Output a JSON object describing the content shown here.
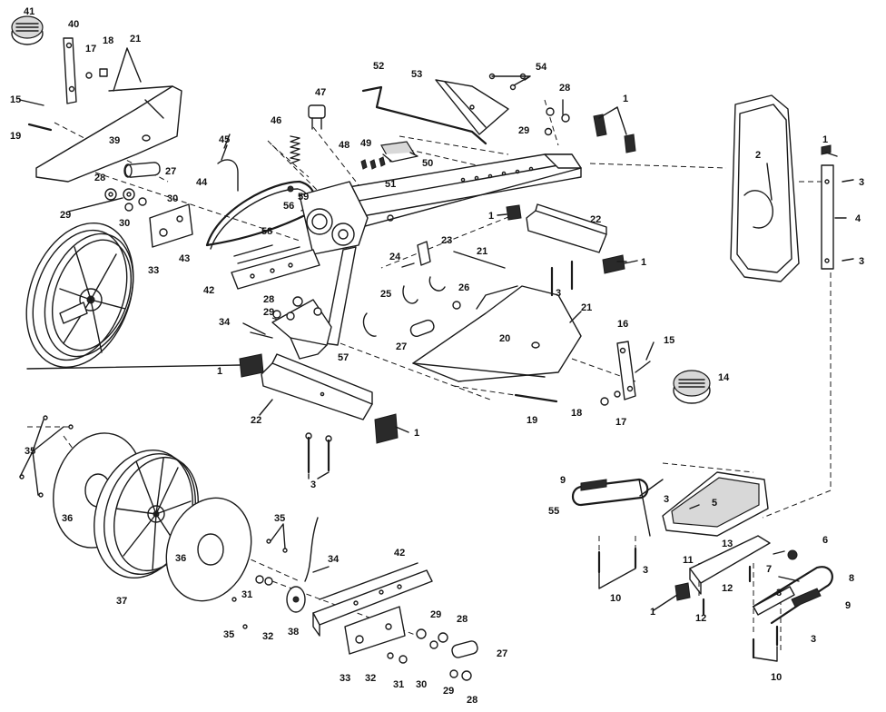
{
  "diagram": {
    "callouts": [
      {
        "id": "c41a",
        "text": "41"
      },
      {
        "id": "c40a",
        "text": "40"
      },
      {
        "id": "c17a",
        "text": "17"
      },
      {
        "id": "c18a",
        "text": "18"
      },
      {
        "id": "c21a",
        "text": "21"
      },
      {
        "id": "c15a",
        "text": "15"
      },
      {
        "id": "c19a",
        "text": "19"
      },
      {
        "id": "c39",
        "text": "39"
      },
      {
        "id": "c28a",
        "text": "28"
      },
      {
        "id": "c27a",
        "text": "27"
      },
      {
        "id": "c29a",
        "text": "29"
      },
      {
        "id": "c30a",
        "text": "30"
      },
      {
        "id": "c30b",
        "text": "30"
      },
      {
        "id": "c33a",
        "text": "33"
      },
      {
        "id": "c43",
        "text": "43"
      },
      {
        "id": "c44",
        "text": "44"
      },
      {
        "id": "c45",
        "text": "45"
      },
      {
        "id": "c46",
        "text": "46"
      },
      {
        "id": "c47",
        "text": "47"
      },
      {
        "id": "c48",
        "text": "48"
      },
      {
        "id": "c49",
        "text": "49"
      },
      {
        "id": "c50",
        "text": "50"
      },
      {
        "id": "c51",
        "text": "51"
      },
      {
        "id": "c52",
        "text": "52"
      },
      {
        "id": "c53",
        "text": "53"
      },
      {
        "id": "c54",
        "text": "54"
      },
      {
        "id": "c28b",
        "text": "28"
      },
      {
        "id": "c29b",
        "text": "29"
      },
      {
        "id": "c1a",
        "text": "1"
      },
      {
        "id": "c1b",
        "text": "1"
      },
      {
        "id": "c22a",
        "text": "22"
      },
      {
        "id": "c1c",
        "text": "1"
      },
      {
        "id": "c3a",
        "text": "3"
      },
      {
        "id": "c59",
        "text": "59"
      },
      {
        "id": "c56",
        "text": "56"
      },
      {
        "id": "c58",
        "text": "58"
      },
      {
        "id": "c42a",
        "text": "42"
      },
      {
        "id": "c23",
        "text": "23"
      },
      {
        "id": "c24",
        "text": "24"
      },
      {
        "id": "c21b",
        "text": "21"
      },
      {
        "id": "c26",
        "text": "26"
      },
      {
        "id": "c25",
        "text": "25"
      },
      {
        "id": "c28c",
        "text": "28"
      },
      {
        "id": "c29c",
        "text": "29"
      },
      {
        "id": "c34a",
        "text": "34"
      },
      {
        "id": "c57",
        "text": "57"
      },
      {
        "id": "c27b",
        "text": "27"
      },
      {
        "id": "c20",
        "text": "20"
      },
      {
        "id": "c21c",
        "text": "21"
      },
      {
        "id": "c1d",
        "text": "1"
      },
      {
        "id": "c22b",
        "text": "22"
      },
      {
        "id": "c1e",
        "text": "1"
      },
      {
        "id": "c3b",
        "text": "3"
      },
      {
        "id": "c19b",
        "text": "19"
      },
      {
        "id": "c16",
        "text": "16"
      },
      {
        "id": "c15b",
        "text": "15"
      },
      {
        "id": "c14",
        "text": "14"
      },
      {
        "id": "c18b",
        "text": "18"
      },
      {
        "id": "c17b",
        "text": "17"
      },
      {
        "id": "c2",
        "text": "2"
      },
      {
        "id": "c1f",
        "text": "1"
      },
      {
        "id": "c3c",
        "text": "3"
      },
      {
        "id": "c4",
        "text": "4"
      },
      {
        "id": "c3d",
        "text": "3"
      },
      {
        "id": "c9a",
        "text": "9"
      },
      {
        "id": "c55",
        "text": "55"
      },
      {
        "id": "c3e",
        "text": "3"
      },
      {
        "id": "c5",
        "text": "5"
      },
      {
        "id": "c3f",
        "text": "3"
      },
      {
        "id": "c10a",
        "text": "10"
      },
      {
        "id": "c11",
        "text": "11"
      },
      {
        "id": "c13",
        "text": "13"
      },
      {
        "id": "c6",
        "text": "6"
      },
      {
        "id": "c7",
        "text": "7"
      },
      {
        "id": "c8",
        "text": "8"
      },
      {
        "id": "c12a",
        "text": "12"
      },
      {
        "id": "c3g",
        "text": "3"
      },
      {
        "id": "c9b",
        "text": "9"
      },
      {
        "id": "c1g",
        "text": "1"
      },
      {
        "id": "c12b",
        "text": "12"
      },
      {
        "id": "c3h",
        "text": "3"
      },
      {
        "id": "c10b",
        "text": "10"
      },
      {
        "id": "c35a",
        "text": "35"
      },
      {
        "id": "c36a",
        "text": "36"
      },
      {
        "id": "c37",
        "text": "37"
      },
      {
        "id": "c36b",
        "text": "36"
      },
      {
        "id": "c35b",
        "text": "35"
      },
      {
        "id": "c35c",
        "text": "35"
      },
      {
        "id": "c31a",
        "text": "31"
      },
      {
        "id": "c32a",
        "text": "32"
      },
      {
        "id": "c38",
        "text": "38"
      },
      {
        "id": "c34b",
        "text": "34"
      },
      {
        "id": "c42b",
        "text": "42"
      },
      {
        "id": "c29d",
        "text": "29"
      },
      {
        "id": "c28d",
        "text": "28"
      },
      {
        "id": "c27c",
        "text": "27"
      },
      {
        "id": "c33b",
        "text": "33"
      },
      {
        "id": "c32b",
        "text": "32"
      },
      {
        "id": "c31b",
        "text": "31"
      },
      {
        "id": "c30c",
        "text": "30"
      },
      {
        "id": "c29e",
        "text": "29"
      },
      {
        "id": "c28e",
        "text": "28"
      }
    ]
  }
}
